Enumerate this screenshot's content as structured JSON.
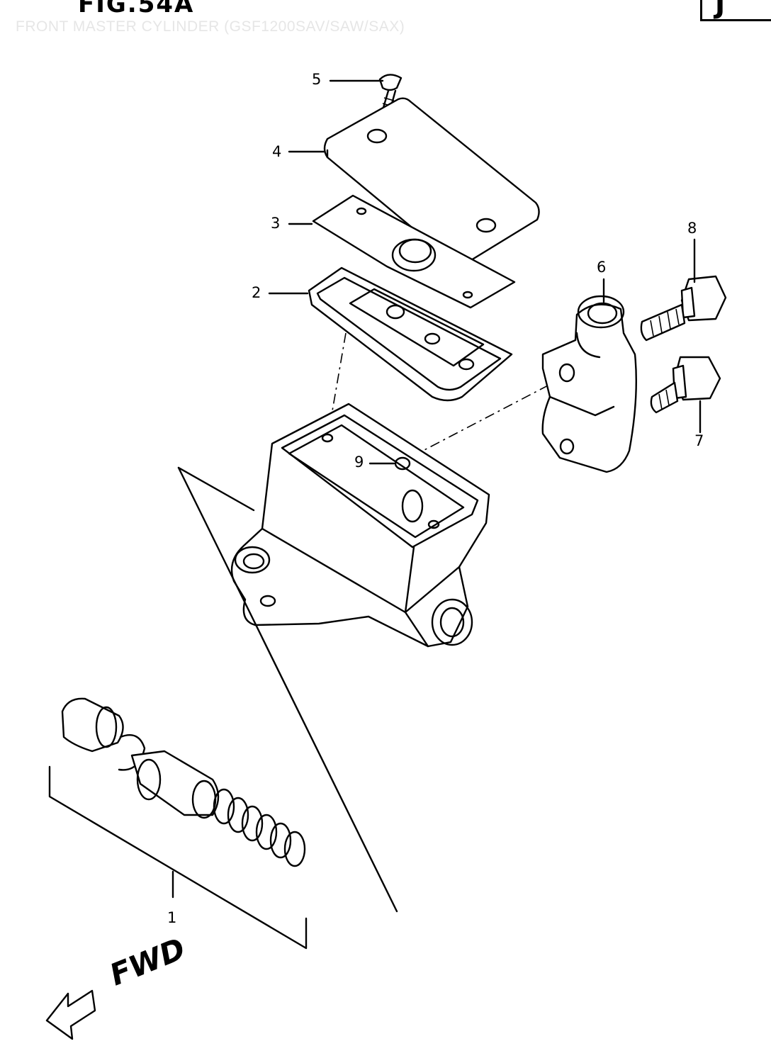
{
  "header": {
    "figure": "FIG.54A",
    "subtitle": "FRONT MASTER CYLINDER (GSF1200SAV/SAW/SAX)",
    "section_tab": "J"
  },
  "callouts": [
    "1",
    "2",
    "3",
    "4",
    "5",
    "6",
    "7",
    "8",
    "9"
  ],
  "direction": {
    "label": "FWD",
    "icon": "arrow-left-icon"
  }
}
